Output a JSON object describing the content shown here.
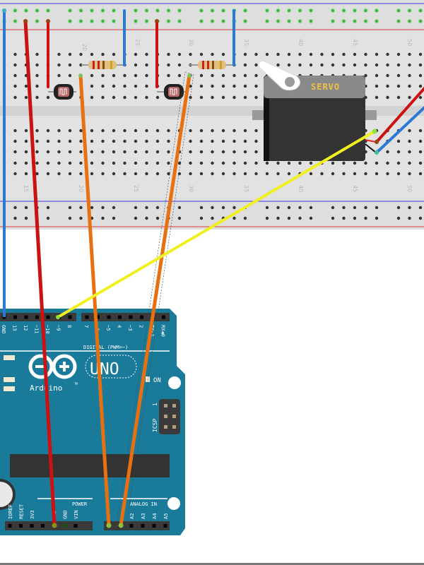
{
  "breadboard": {
    "column_labels_top": [
      "20",
      "25",
      "30",
      "35",
      "40",
      "45",
      "50"
    ],
    "column_labels_bottom": [
      "15",
      "20",
      "25",
      "30",
      "35",
      "40",
      "45",
      "50"
    ],
    "colors": {
      "body": "#e0e0e0",
      "hole": "#333333",
      "hole_active": "#40b040",
      "rail_blue": "#3a3ae0",
      "rail_red": "#e03a3a"
    }
  },
  "servo": {
    "label": "SERVO",
    "colors": {
      "body": "#333333",
      "top": "#8a8a8a",
      "label": "#f0c040"
    }
  },
  "arduino": {
    "logo_text": "Arduino",
    "tm": "TM",
    "model": "UNO",
    "digital_label": "DIGITAL (PWM=~)",
    "on_label": "ON",
    "icsp_label": "ICSP",
    "icsp_pin1": "1",
    "power_label": "POWER",
    "analog_label": "ANALOG IN",
    "digital_pins": [
      "GND",
      "13",
      "12",
      "~11",
      "~10",
      "~9",
      "8",
      "7",
      "~6",
      "~5",
      "4",
      "~3",
      "2",
      "TX▸1",
      "RX◀0"
    ],
    "power_pins": [
      "IOREF",
      "RESET",
      "3V3",
      "5V",
      "GND",
      "GND",
      "VIN"
    ],
    "analog_pins": [
      "A0",
      "A1",
      "A2",
      "A3",
      "A4",
      "A5"
    ],
    "colors": {
      "board": "#1a7a9a",
      "header": "#3a3a3a"
    }
  },
  "wires": {
    "colors": {
      "red": "#cc1111",
      "blue": "#2a7ad5",
      "orange": "#e87010",
      "yellow": "#f0f020",
      "black": "#111111"
    },
    "list": [
      {
        "name": "gnd-wire-blue",
        "color": "blue",
        "from": "Arduino GND",
        "to": "Breadboard top rail"
      },
      {
        "name": "5v-wire-red",
        "color": "red",
        "from": "Arduino 5V",
        "to": "Breadboard top rail"
      },
      {
        "name": "a0-wire-orange",
        "color": "orange",
        "from": "Arduino A0",
        "to": "Breadboard col 20"
      },
      {
        "name": "a1-wire-orange",
        "color": "orange",
        "from": "Arduino A1",
        "to": "Breadboard col 30"
      },
      {
        "name": "servo-signal-wire-yellow",
        "color": "yellow",
        "from": "Arduino ~9",
        "to": "Servo signal"
      }
    ]
  },
  "components": {
    "photoresistors": [
      "LDR 1",
      "LDR 2"
    ],
    "resistors": [
      "R1",
      "R2"
    ]
  }
}
